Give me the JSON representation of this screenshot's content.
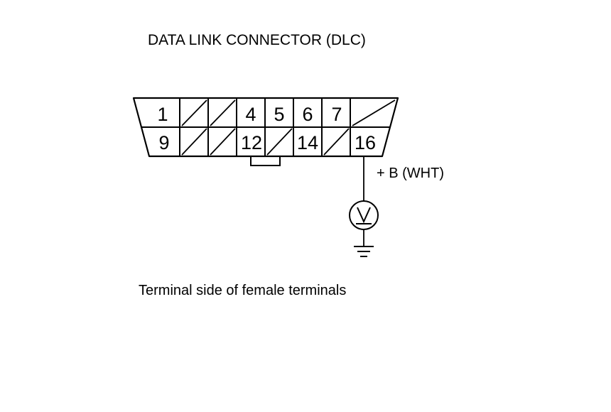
{
  "diagram": {
    "title": "DATA LINK CONNECTOR (DLC)",
    "caption": "Terminal side of female terminals",
    "wire_label": "+ B (WHT)",
    "meter_symbol": "V",
    "connector": {
      "top_row": [
        "1",
        "",
        "",
        "4",
        "5",
        "6",
        "7",
        ""
      ],
      "bottom_row": [
        "9",
        "",
        "",
        "12",
        "",
        "14",
        "",
        "16"
      ],
      "probed_terminal": "16"
    },
    "icons": [
      "voltmeter-icon",
      "ground-icon"
    ]
  }
}
